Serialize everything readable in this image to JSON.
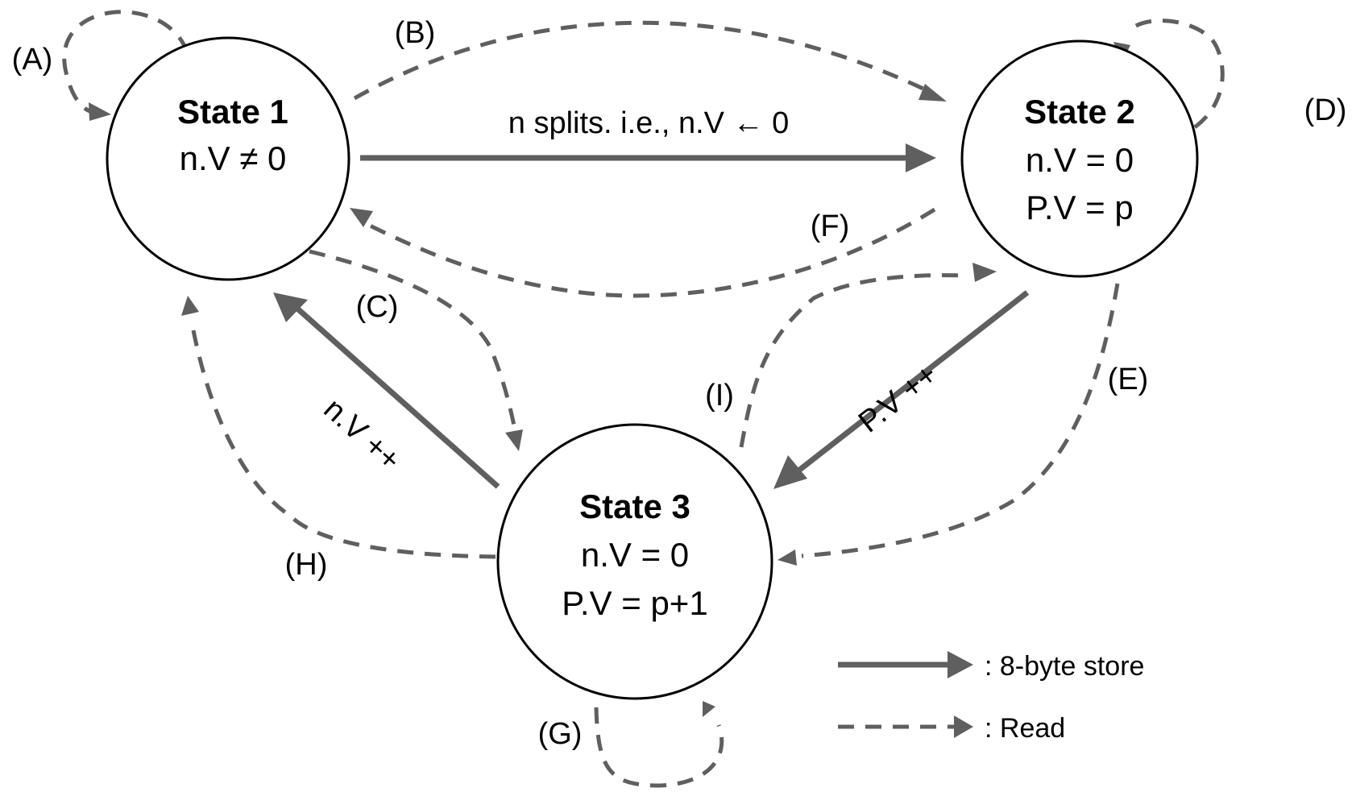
{
  "states": [
    {
      "id": "state1",
      "title": "State 1",
      "lines": [
        "n.V ≠ 0"
      ]
    },
    {
      "id": "state2",
      "title": "State 2",
      "lines": [
        "n.V = 0",
        "P.V = p"
      ]
    },
    {
      "id": "state3",
      "title": "State 3",
      "lines": [
        "n.V = 0",
        "P.V = p+1"
      ]
    }
  ],
  "edges": {
    "store_1_to_2": {
      "type": "8-byte store",
      "from": "State 1",
      "to": "State 2",
      "label": "n splits. i.e., n.V ← 0"
    },
    "store_2_to_3": {
      "type": "8-byte store",
      "from": "State 2",
      "to": "State 3",
      "label": "P.V ++"
    },
    "store_3_to_1": {
      "type": "8-byte store",
      "from": "State 3",
      "to": "State 1",
      "label": "n.V ++"
    },
    "read_A": {
      "type": "Read",
      "from": "State 1",
      "to": "State 1",
      "label": "(A)"
    },
    "read_B": {
      "type": "Read",
      "from": "State 1",
      "to": "State 2",
      "label": "(B)"
    },
    "read_C": {
      "type": "Read",
      "from": "State 1",
      "to": "State 3",
      "label": "(C)"
    },
    "read_D": {
      "type": "Read",
      "from": "State 2",
      "to": "State 2",
      "label": "(D)"
    },
    "read_E": {
      "type": "Read",
      "from": "State 2",
      "to": "State 3",
      "label": "(E)"
    },
    "read_F": {
      "type": "Read",
      "from": "State 2",
      "to": "State 1",
      "label": "(F)"
    },
    "read_G": {
      "type": "Read",
      "from": "State 3",
      "to": "State 3",
      "label": "(G)"
    },
    "read_H": {
      "type": "Read",
      "from": "State 3",
      "to": "State 1",
      "label": "(H)"
    },
    "read_I": {
      "type": "Read",
      "from": "State 3",
      "to": "State 2",
      "label": "(I)"
    }
  },
  "legend": {
    "store_label": ": 8-byte store",
    "read_label": ": Read"
  },
  "colors": {
    "edge": "#5f5f5f",
    "node_stroke": "#000000",
    "background": "#ffffff"
  }
}
